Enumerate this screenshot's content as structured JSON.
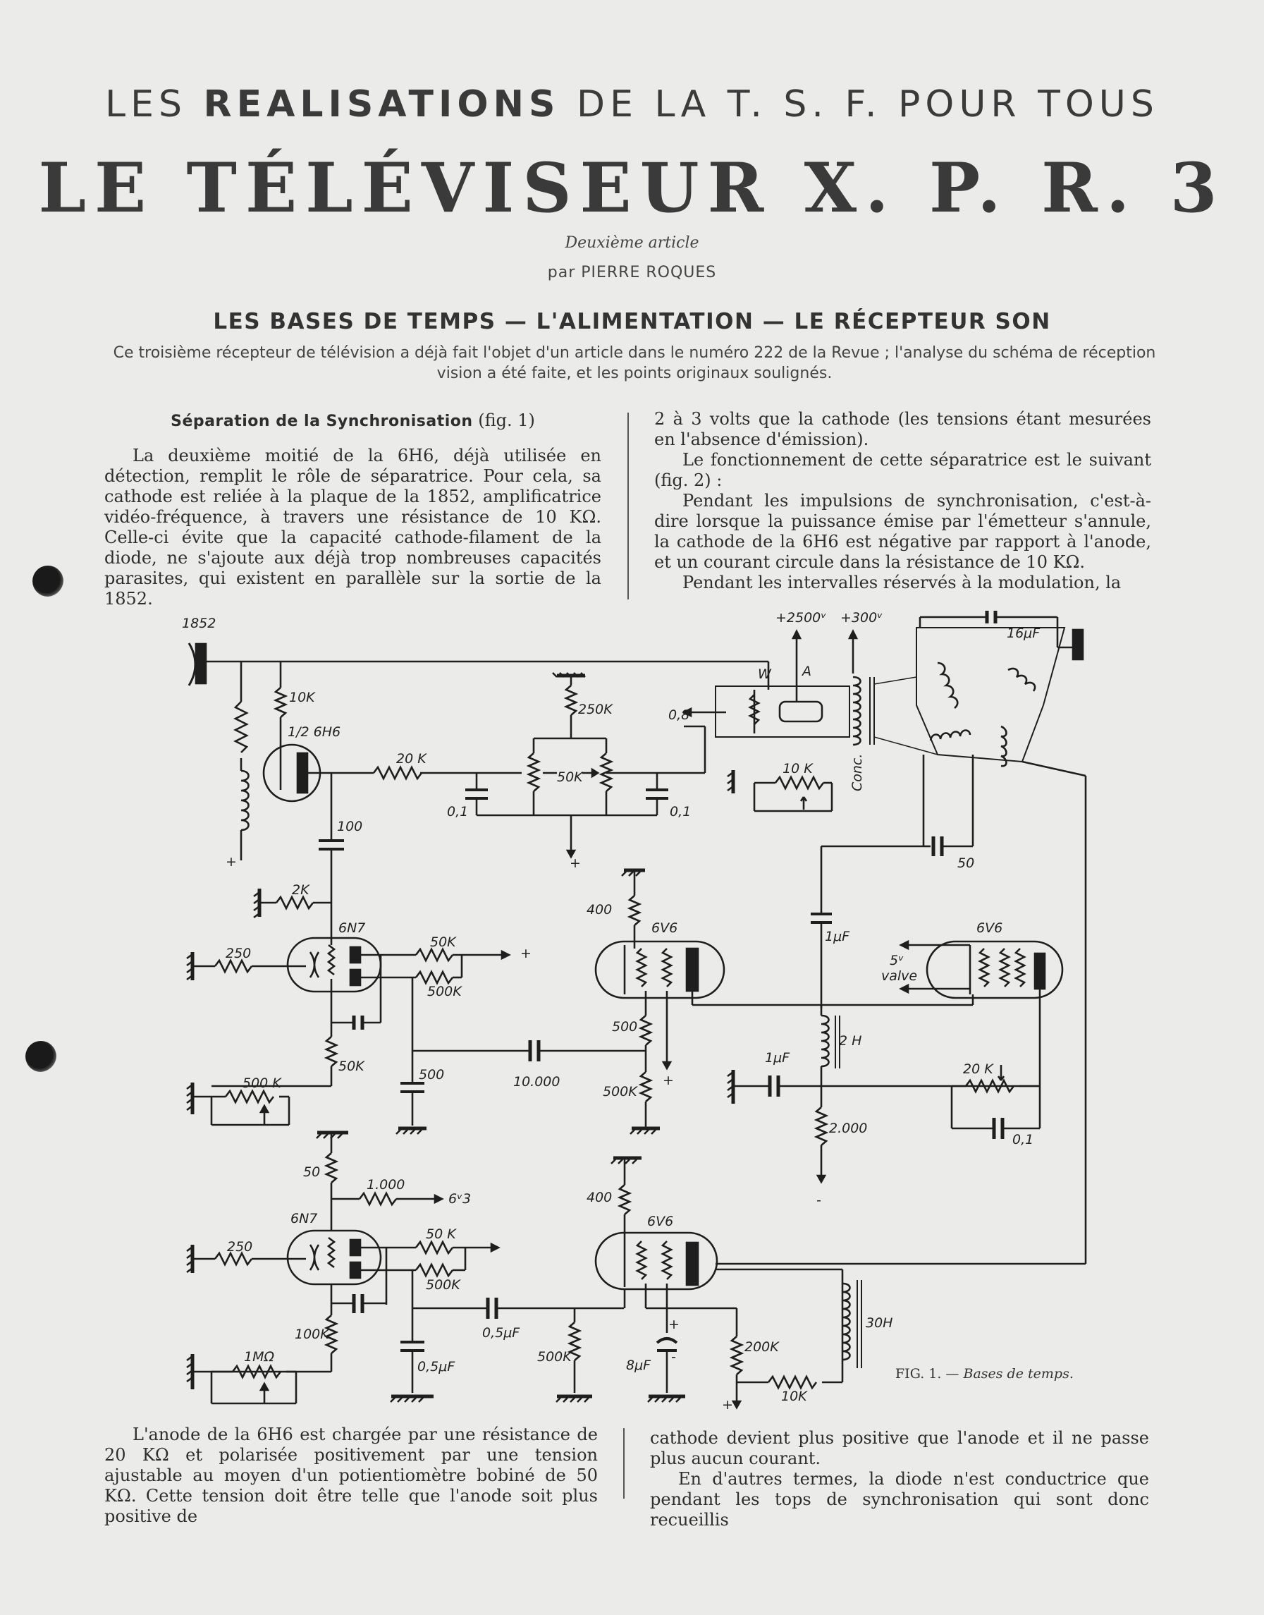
{
  "header": {
    "series_pre": "LES ",
    "series_bold": "REALISATIONS",
    "series_post": " DE LA T. S. F. POUR TOUS",
    "title": "LE TÉLÉVISEUR X. P. R. 3",
    "article": "Deuxième article",
    "author": "par PIERRE ROQUES",
    "sections": "LES BASES DE TEMPS — L'ALIMENTATION — LE RÉCEPTEUR SON",
    "intro": "Ce troisième récepteur de télévision a déjà fait l'objet d'un article dans le numéro 222 de la Revue ; l'analyse du schéma de réception vision a été faite, et les points originaux soulignés."
  },
  "left_column": {
    "heading": "Séparation de la Synchronisation",
    "heading_ref": " (fig. 1)",
    "paragraph": "La deuxième moitié de la 6H6, déjà utilisée en détection, remplit le rôle de séparatrice. Pour cela, sa cathode est reliée à la plaque de la 1852, amplificatrice vidéo-fréquence, à travers une résistance de 10 KΩ. Celle-ci évite que la capacité cathode-filament de la diode, ne s'ajoute aux déjà trop nombreuses capacités parasites, qui existent en parallèle sur la sortie de la 1852."
  },
  "right_column": {
    "p1": "2 à 3 volts que la cathode (les tensions étant mesurées en l'absence d'émission).",
    "p2": "Le fonctionnement de cette séparatrice est le suivant (fig. 2) :",
    "p3": "Pendant les impulsions de synchronisation, c'est-à-dire lorsque la puissance émise par l'émetteur s'annule, la cathode de la 6H6 est négative par rapport à l'anode, et un courant circule dans la résistance de 10 KΩ.",
    "p4": "Pendant les intervalles réservés à la modulation, la"
  },
  "figure": {
    "caption_prefix": "FIG. 1. — ",
    "caption_title": "Bases de temps.",
    "labels": {
      "tube_1852": "1852",
      "tube_6h6": "1/2 6H6",
      "r_10k": "10K",
      "r_20k": "20 K",
      "r_250k": "250K",
      "r_50k_pot": "50K",
      "c_01_left": "0,1",
      "c_01_right": "0,1",
      "plus_2500": "+2500ᵛ",
      "plus_300": "+300ᵛ",
      "label_w": "W",
      "label_a": "A",
      "val_08": "0,8",
      "r_10k_b": "10 K",
      "conc": "Conc.",
      "c_16": "16μF",
      "c_100": "100",
      "c_50": "50",
      "r_2k": "2K",
      "tube_6n7_a": "6N7",
      "r_250_a": "250",
      "r_50k_a": "50K",
      "r_500k_a": "500K",
      "r_50k_b": "50K",
      "r_500k_pot_a": "500 K",
      "c_500_a": "500",
      "c_10000": "10.000",
      "r_400_a": "400",
      "tube_6v6_a": "6V6",
      "r_500": "500",
      "r_500k_b": "500K",
      "c_1mf_a": "1μF",
      "tube_6v6_b": "6V6",
      "valve_5v": "5ᵛ",
      "valve_word": "valve",
      "l_2h": "2 H",
      "c_1mf_b": "1μF",
      "r_20k_b": "20 K",
      "c_01_c": "0,1",
      "r_2000": "2.000",
      "r_50": "50",
      "r_1000": "1.000",
      "v_6v3": "6ᵛ3",
      "tube_6n7_b": "6N7",
      "r_250_b": "250",
      "r_50k_c": "50 K",
      "r_500k_c": "500K",
      "r_400_b": "400",
      "tube_6v6_c": "6V6",
      "r_100k": "100K",
      "c_05_a": "0,5μF",
      "c_05_b": "0,5μF",
      "r_500k_d": "500K",
      "c_8mf": "8μF",
      "r_200k": "200K",
      "r_10k_c": "10K",
      "l_30h": "30H",
      "pot_1m": "1MΩ",
      "plus": "+",
      "minus": "-"
    }
  },
  "bottom_left": "L'anode de la 6H6 est chargée par une résistance de 20 KΩ et polarisée positivement par une tension ajustable au moyen d'un potientiomètre bobiné de 50 KΩ. Cette tension doit être telle que l'anode soit plus positive de",
  "bottom_right": {
    "p1": "cathode devient plus positive que l'anode et il ne passe plus aucun courant.",
    "p2": "En d'autres termes, la diode n'est conductrice que pendant les tops de synchronisation qui sont donc recueillis"
  }
}
